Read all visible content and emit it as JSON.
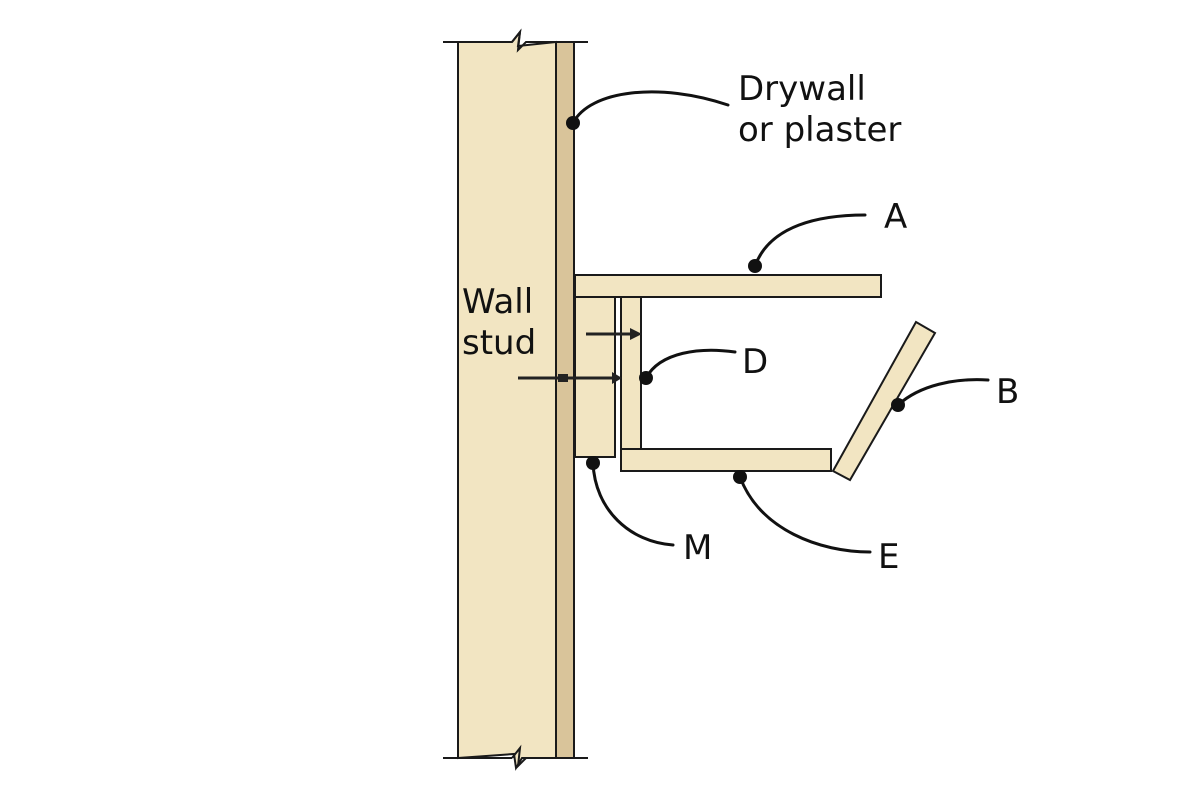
{
  "labels": {
    "drywall_line1": "Drywall",
    "drywall_line2": "or plaster",
    "stud_line1": "Wall",
    "stud_line2": "stud",
    "A": "A",
    "B": "B",
    "D": "D",
    "E": "E",
    "M": "M"
  },
  "colors": {
    "wood": "#f2e5c2",
    "drywall": "#d9c49a",
    "ink": "#111111"
  }
}
